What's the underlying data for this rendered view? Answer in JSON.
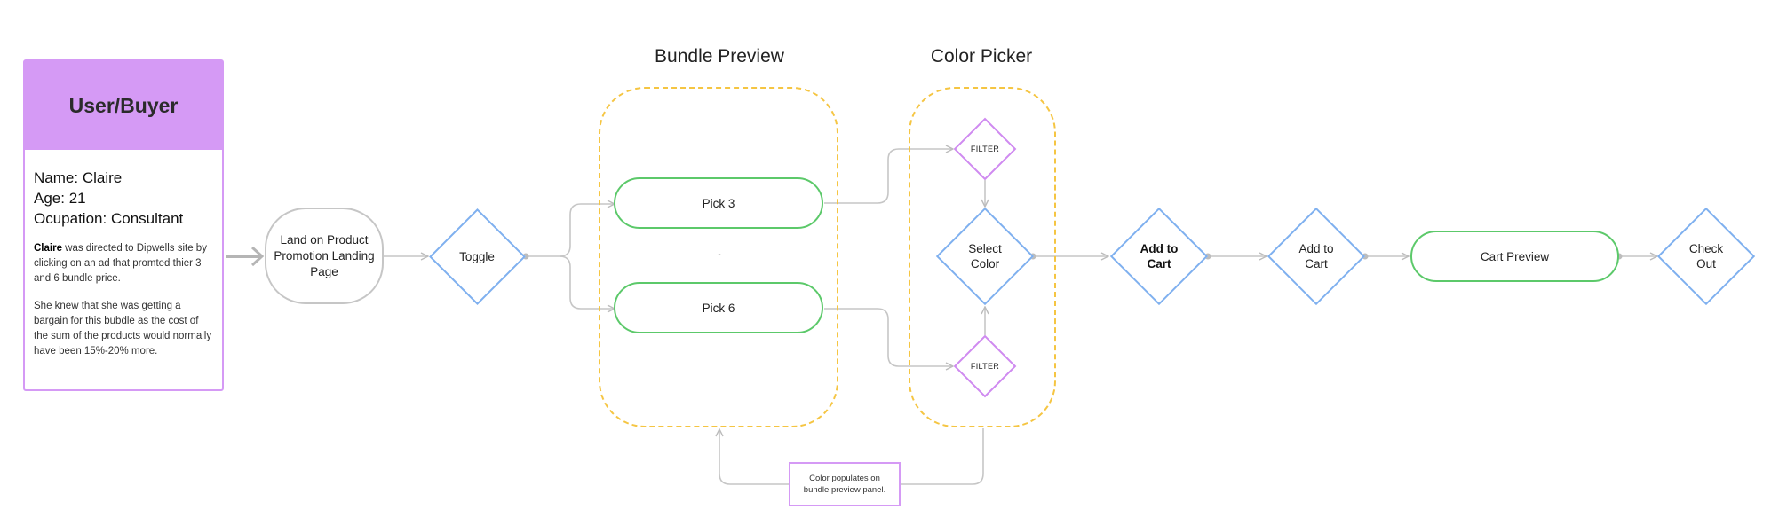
{
  "persona": {
    "header": "User/Buyer",
    "name_label": "Name:",
    "name_value": "Claire",
    "age_label": "Age:",
    "age_value": "21",
    "occupation_label": "Ocupation:",
    "occupation_value": "Consultant",
    "story_name": "Claire",
    "story_text": " was directed to Dipwells site by clicking on an ad that promted thier 3 and 6 bundle price.",
    "story_text2": "She knew that she was getting a bargain for this bubdle as the cost of the sum of the products would normally have been 15%-20% more."
  },
  "sections": {
    "bundle_preview": "Bundle Preview",
    "color_picker": "Color Picker"
  },
  "nodes": {
    "landing": "Land on Product Promotion Landing Page",
    "toggle": "Toggle",
    "pick3": "Pick 3",
    "pick6": "Pick 6",
    "separator": "-",
    "filter_top": "FILTER",
    "filter_bottom": "FILTER",
    "select_color": "Select Color",
    "add_to_cart_1": "Add to Cart",
    "add_to_cart_2": "Add to Cart",
    "cart_preview": "Cart Preview",
    "check_out": "Check Out"
  },
  "note": "Color populates on bundle preview panel.",
  "colors": {
    "persona_purple": "#d59af5",
    "flow_blue": "#7fb0ef",
    "flow_green": "#5cc96a",
    "panel_yellow": "#f5c542",
    "connector_gray": "#c6c6c6"
  }
}
